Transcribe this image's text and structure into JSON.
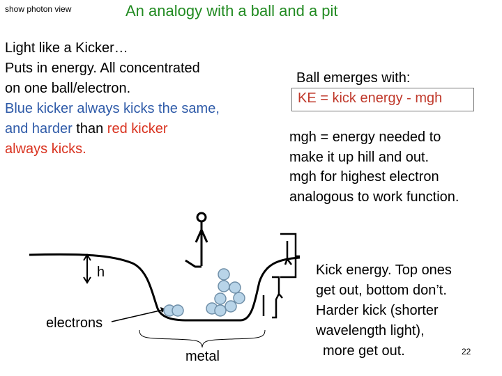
{
  "header": {
    "show_link": "show photon view",
    "title": "An analogy with a ball and a pit"
  },
  "left_text": {
    "line1": "Light like a Kicker…",
    "line2": "Puts in energy.  All concentrated",
    "line3": "on one ball/electron.",
    "blue_line1": "Blue kicker always kicks the same,",
    "black_part": "and harder",
    "than": " than ",
    "red_kicker": "red kicker",
    "red_line2": "always kicks."
  },
  "right_text": {
    "ball_emerges": "Ball emerges with:",
    "ke_formula": "KE = kick energy - mgh",
    "mgh1": "mgh = energy needed to",
    "mgh2": "make it up hill and out.",
    "mgh3": "mgh for highest electron",
    "mgh4": "analogous to work function."
  },
  "kick_text": {
    "line1": "Kick energy. Top ones",
    "line2": "get out, bottom don’t.",
    "line3": "Harder kick (shorter",
    "line4": "wavelength light),",
    "line5": "more get out."
  },
  "diagram": {
    "h_label": "h",
    "electrons_label": "electrons",
    "metal_label": "metal"
  },
  "colors": {
    "title": "#228b22",
    "blue": "#2e5aa8",
    "red": "#d9321f",
    "ball_fill": "#b8d4e8",
    "ball_stroke": "#6f8fa8"
  },
  "page_number": "22"
}
